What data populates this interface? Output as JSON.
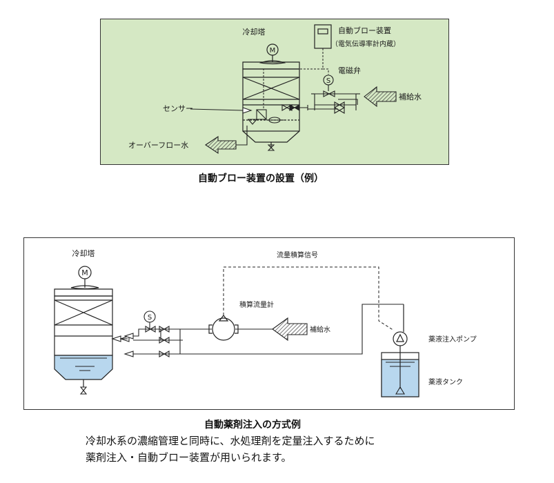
{
  "figure1": {
    "background": "#d5e8c4",
    "labels": {
      "cooling_tower": "冷却塔",
      "auto_blow_device": "自動ブロー装置",
      "conductivity_meter": "（電気伝導率計内蔵）",
      "solenoid_valve": "電磁弁",
      "makeup_water": "補給水",
      "sensor": "センサー",
      "overflow_water": "オーバーフロー水",
      "motor_symbol": "M",
      "solenoid_symbol": "S"
    },
    "caption": "自動ブロー装置の設置（例）"
  },
  "figure2": {
    "water_color": "#b8d7ee",
    "labels": {
      "cooling_tower": "冷却塔",
      "flow_signal": "流量積算信号",
      "integrating_flowmeter": "積算流量計",
      "makeup_water": "補給水",
      "chemical_pump": "薬液注入ポンプ",
      "chemical_tank": "薬液タンク",
      "motor_symbol": "M",
      "solenoid_symbol": "S"
    },
    "caption": "自動薬剤注入の方式例"
  },
  "description": {
    "line1": "冷却水系の濃縮管理と同時に、水処理剤を定量注入するために",
    "line2": "薬剤注入・自動ブロー装置が用いられます。"
  }
}
